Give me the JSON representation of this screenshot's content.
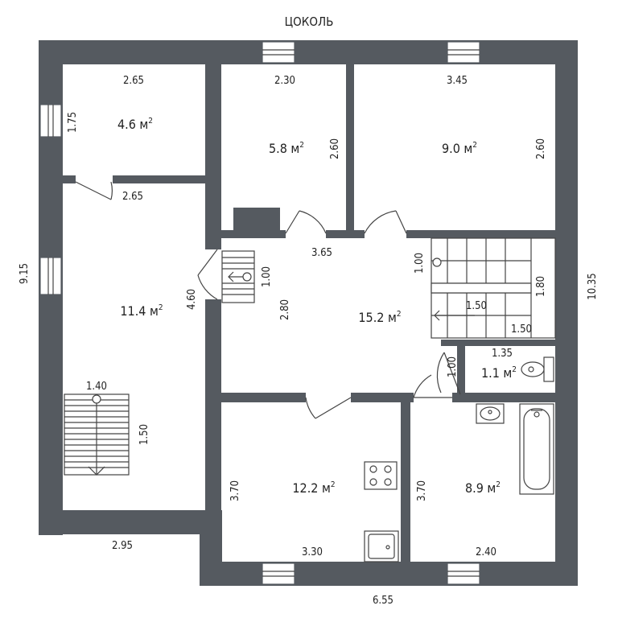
{
  "plan_title": "ЦОКОЛЬ",
  "sup": "2",
  "rooms": [
    {
      "id": "storage-left",
      "area": "4.6 м",
      "width": "2.65",
      "height": "1.75"
    },
    {
      "id": "room-mid-top",
      "area": "5.8 м",
      "width": "2.30",
      "height": "2.60"
    },
    {
      "id": "room-right-top",
      "area": "9.0 м",
      "width": "3.45",
      "height": "2.60"
    },
    {
      "id": "room-left",
      "area": "11.4 м",
      "width": "2.65",
      "height": "4.60"
    },
    {
      "id": "hall",
      "area": "15.2 м",
      "width": "3.65",
      "height": "2.80"
    },
    {
      "id": "wc",
      "area": "1.1 м",
      "width": "1.35",
      "height": "1.00"
    },
    {
      "id": "kitchen",
      "area": "12.2 м",
      "width": "3.30",
      "height": "3.70"
    },
    {
      "id": "bathroom",
      "area": "8.9 м",
      "width": "2.40",
      "height": "3.70"
    }
  ],
  "stairs": {
    "left": {
      "width": "1.40",
      "length": "1.50"
    },
    "hall_small": {
      "length": "1.00"
    },
    "right": {
      "landing": "1.00",
      "length": "1.80",
      "flight_a": "1.50",
      "flight_b": "1.50"
    }
  },
  "overall": {
    "left_height": "9.15",
    "right_height": "10.35",
    "bottom_left": "2.95",
    "bottom_right": "6.55"
  }
}
